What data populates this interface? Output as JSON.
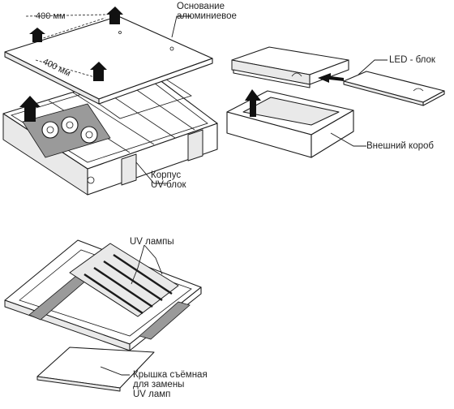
{
  "dimensions": {
    "top": "400 мм",
    "side": "400 мм"
  },
  "labels": {
    "base": [
      "Основание",
      "алюминиевое"
    ],
    "housing": [
      "Корпус",
      "UV-блок"
    ],
    "led_block": "LED - блок",
    "outer_box": "Внешний короб",
    "uv_lamps": "UV лампы",
    "cover": [
      "Крышка съёмная",
      "для замены",
      "UV ламп"
    ]
  }
}
